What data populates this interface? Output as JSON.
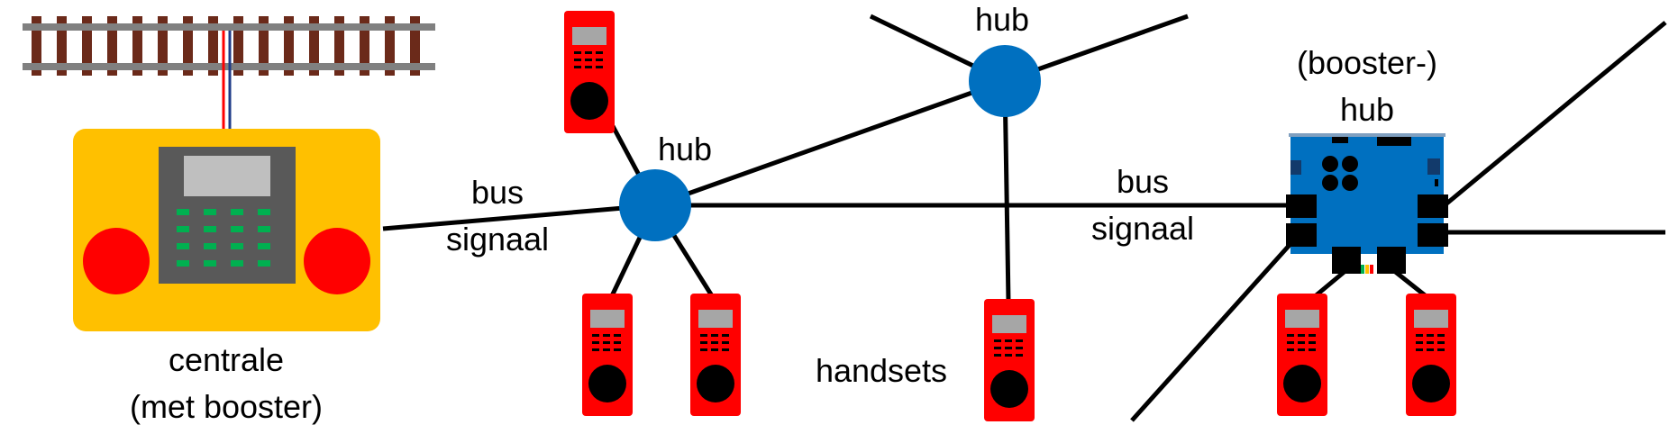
{
  "labels": {
    "hub_left": "hub",
    "hub_top": "hub",
    "booster_hub_line1": "(booster-)",
    "booster_hub_line2": "hub",
    "bus_left_1": "bus",
    "bus_left_2": "signaal",
    "bus_right_1": "bus",
    "bus_right_2": "signaal",
    "centrale_1": "centrale",
    "centrale_2": "(met booster)",
    "handsets": "handsets"
  },
  "colors": {
    "hub": "#0070c0",
    "handset": "#ff0000",
    "handset_screen": "#a6a6a6",
    "centrale_body": "#ffc000",
    "centrale_knob": "#ff0000",
    "centrale_panel": "#595959",
    "centrale_display": "#bfbfbf",
    "centrale_keys": "#00b050",
    "booster_board": "#0070c0",
    "track_tie": "#6b2a1a",
    "track_rail": "#808080",
    "wire": "#000000"
  }
}
